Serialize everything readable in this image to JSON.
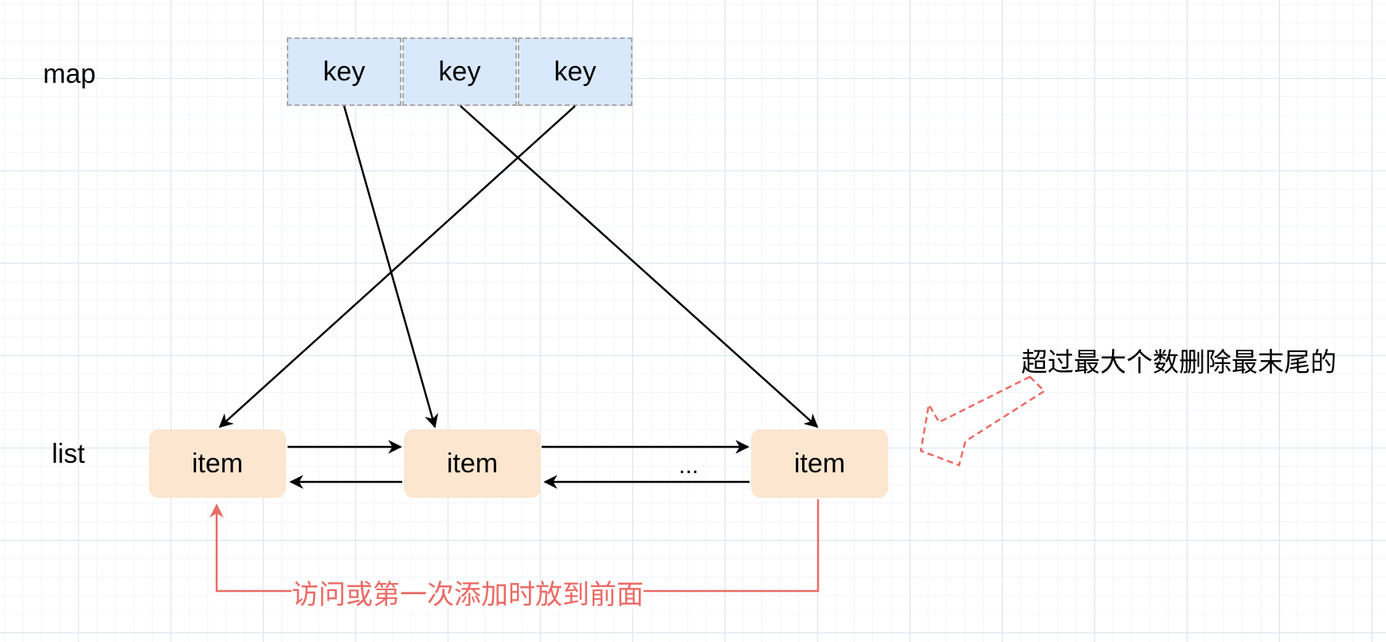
{
  "labels": {
    "map": "map",
    "list": "list"
  },
  "map_keys": [
    "key",
    "key",
    "key"
  ],
  "list_items": [
    "item",
    "item",
    "item"
  ],
  "ellipsis": "...",
  "move_to_front_note": "访问或第一次添加时放到前面",
  "evict_note": "超过最大个数删除最末尾的",
  "colors": {
    "key_fill": "#dae8fc",
    "key_border": "#a8a8a8",
    "item_fill": "#fce6d0",
    "edge": "#000000",
    "highlight": "#ea6b66"
  }
}
